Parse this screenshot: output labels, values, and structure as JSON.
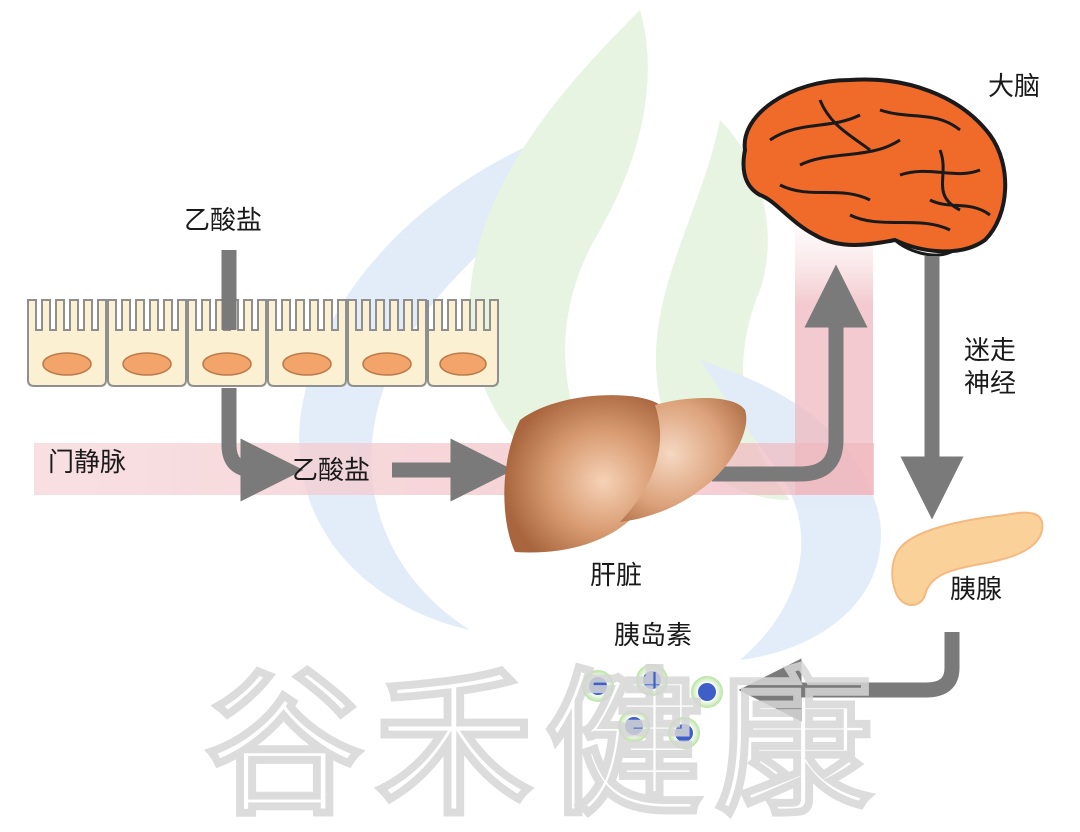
{
  "labels": {
    "acetate_top": "乙酸盐",
    "portal_vein": "门静脉",
    "acetate_mid": "乙酸盐",
    "liver": "肝脏",
    "brain": "大脑",
    "vagus_nerve": "迷走神经",
    "pancreas": "胰腺",
    "insulin": "胰岛素"
  },
  "watermark": "谷禾健康",
  "colors": {
    "arrow": "#7a7a7a",
    "portal_band": "#f2c9cd",
    "brain": "#f06a2a",
    "liver": "#c8865a",
    "pancreas": "#fbd19a",
    "cell_body": "#fbf0d2",
    "cell_nucleus": "#f2a46a",
    "insulin_dot": "#3f5fc8"
  }
}
